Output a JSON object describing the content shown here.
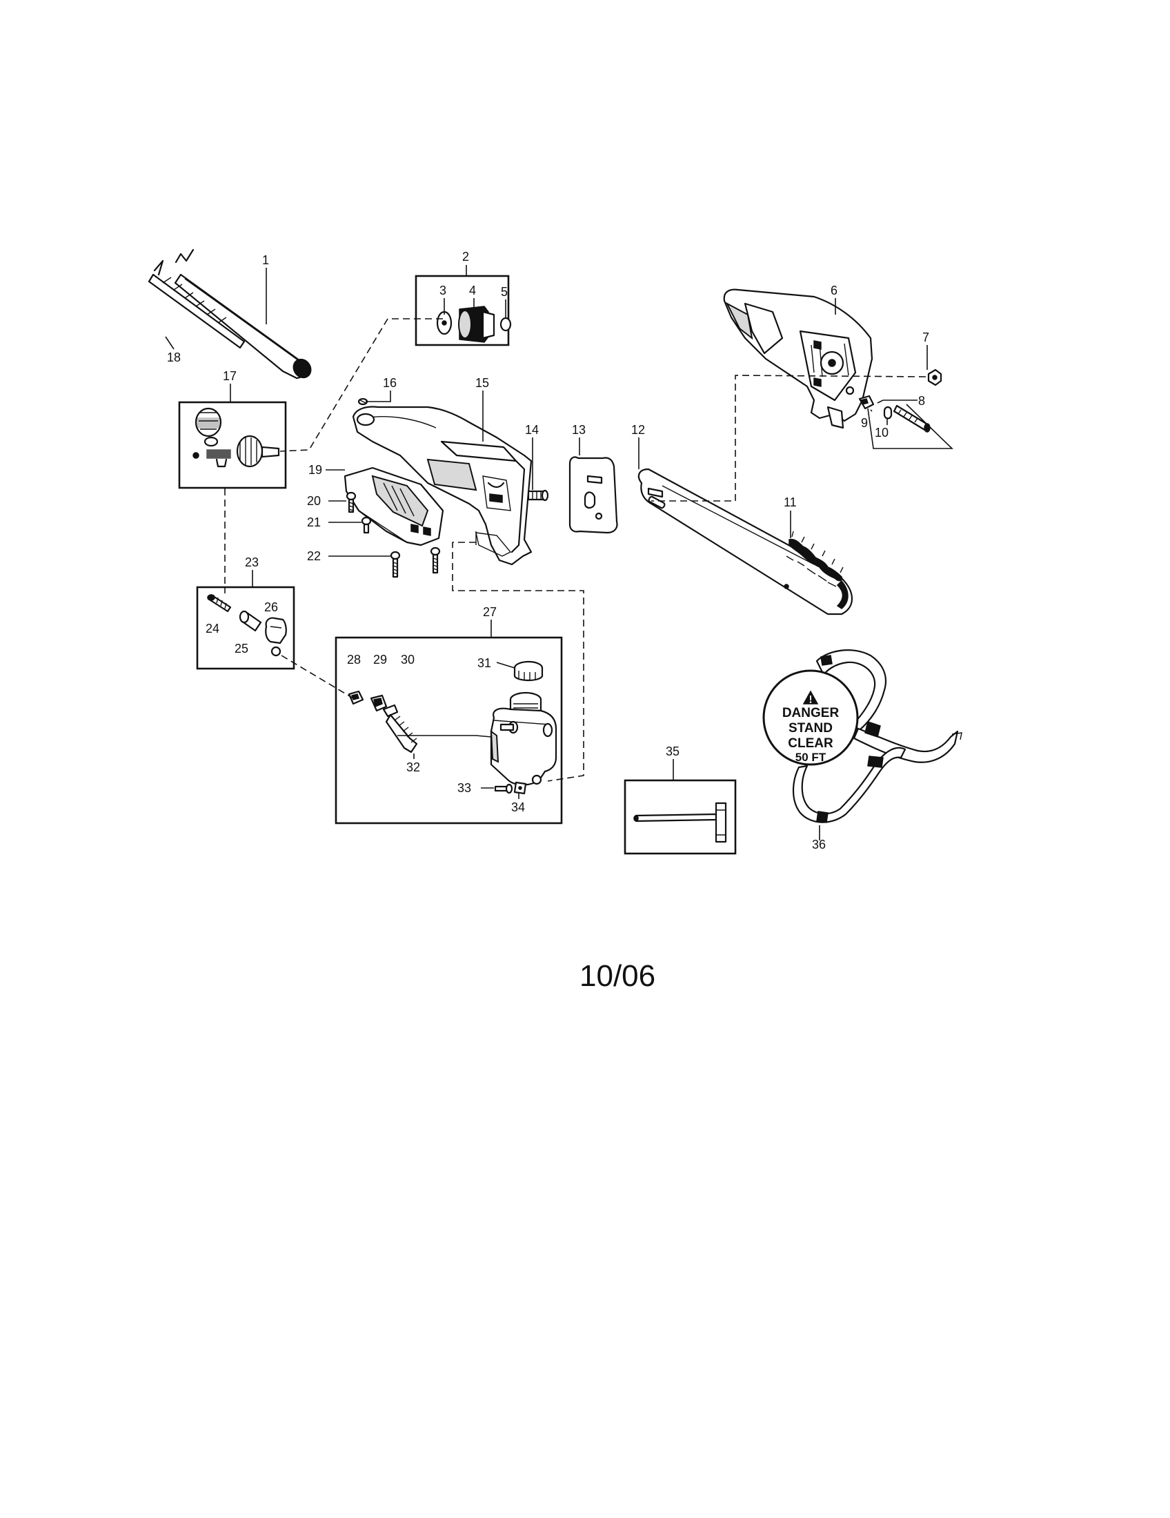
{
  "callouts": [
    "1",
    "2",
    "3",
    "4",
    "5",
    "6",
    "7",
    "8",
    "9",
    "10",
    "11",
    "12",
    "13",
    "14",
    "15",
    "16",
    "17",
    "18",
    "19",
    "20",
    "21",
    "22",
    "23",
    "24",
    "25",
    "26",
    "27",
    "28",
    "29",
    "30",
    "31",
    "32",
    "33",
    "34",
    "35",
    "36"
  ],
  "warning_label": {
    "line1": "DANGER",
    "line2": "STAND",
    "line3": "CLEAR",
    "line4": "50 FT"
  },
  "date": "10/06",
  "icons": [
    "warning-triangle-icon"
  ]
}
